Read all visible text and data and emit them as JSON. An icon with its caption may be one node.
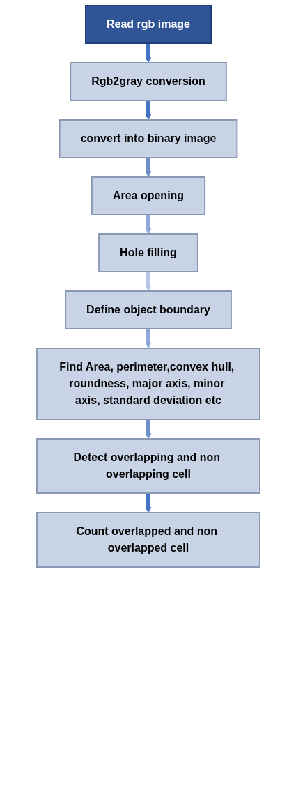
{
  "diagram": {
    "nodes": [
      {
        "text": [
          "Read rgb image"
        ]
      },
      {
        "text": [
          "Rgb2gray conversion"
        ]
      },
      {
        "text": [
          "convert into binary image"
        ]
      },
      {
        "text": [
          "Area opening"
        ]
      },
      {
        "text": [
          "Hole filling"
        ]
      },
      {
        "text": [
          "Define object boundary"
        ]
      },
      {
        "text": [
          "Find Area, perimeter,convex hull, roundness, major axis, minor axis, standard deviation etc"
        ]
      },
      {
        "text": [
          "Detect overlapping and non overlapping cell"
        ]
      },
      {
        "text": [
          "Count overlapped and non overlapped cell"
        ]
      }
    ],
    "edges": [
      {
        "from": 0,
        "to": 1,
        "arrow": "to"
      },
      {
        "from": 1,
        "to": 2,
        "arrow": "to"
      },
      {
        "from": 2,
        "to": 3,
        "arrow": "to",
        "color": "#6f8fcb"
      },
      {
        "from": 3,
        "to": 4,
        "arrow": "to",
        "color": "#8eaadb"
      },
      {
        "from": 4,
        "to": 5,
        "arrow": "to",
        "color": "#b4c7e7"
      },
      {
        "from": 5,
        "to": 6,
        "arrow": "to",
        "color": "#8eaadb"
      },
      {
        "from": 6,
        "to": 7,
        "arrow": "to",
        "color": "#6f8fcb"
      },
      {
        "from": 7,
        "to": 8,
        "arrow": "to"
      }
    ]
  }
}
